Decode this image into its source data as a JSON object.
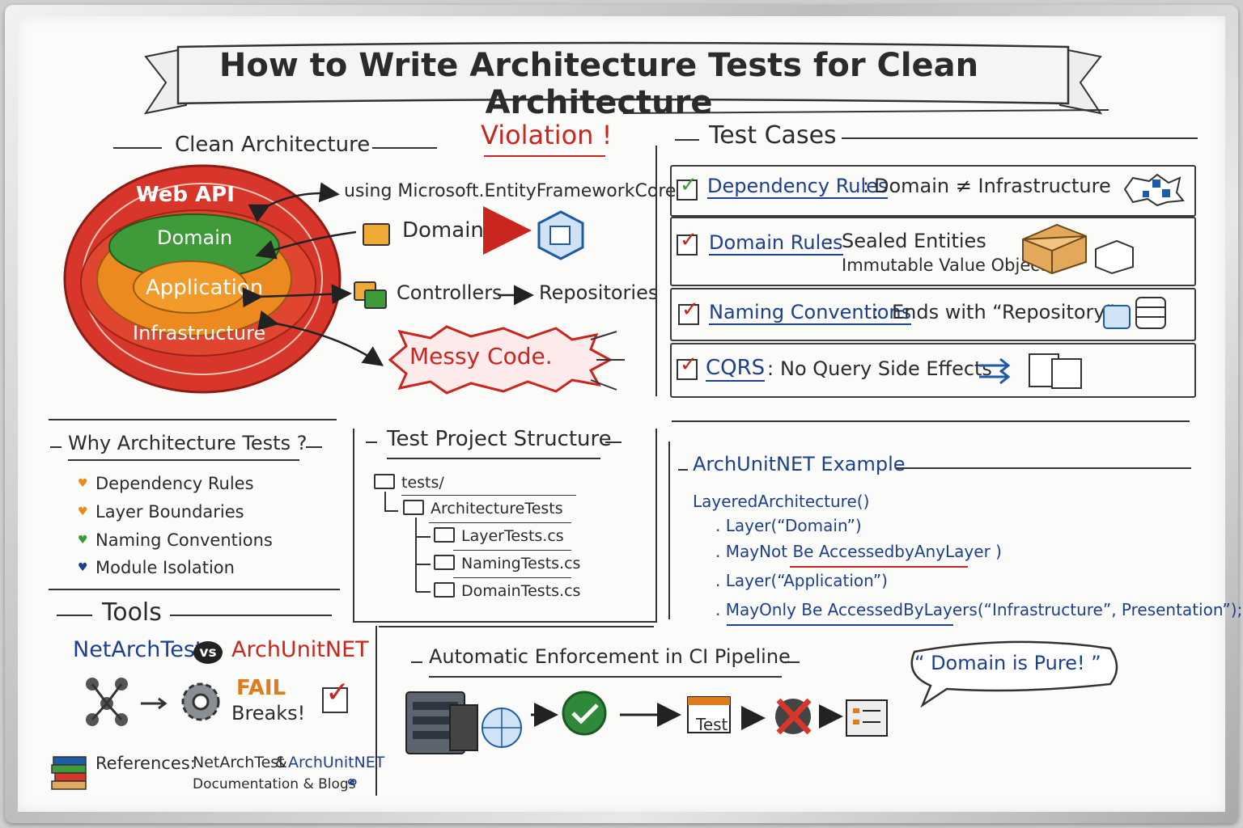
{
  "title": "How to Write Architecture Tests for Clean Architecture",
  "clean_architecture": {
    "heading": "Clean Architecture",
    "layers": [
      "Web API",
      "Domain",
      "Application",
      "Infrastructure"
    ],
    "violation_label": "Violation !",
    "using_statement": "using Microsoft.EntityFrameworkCore.;",
    "domain_label": "Domain",
    "controllers_label": "Controllers",
    "repositories_label": "Repositories",
    "messy_code": "Messy Code."
  },
  "test_cases": {
    "heading": "Test Cases",
    "items": [
      {
        "name": "Dependency Rules",
        "sep": ":",
        "desc": "Domain ≠ Infrastructure",
        "desc2": ""
      },
      {
        "name": "Domain Rules",
        "sep": ":",
        "desc": "Sealed Entities",
        "desc2": "Immutable Value Objects"
      },
      {
        "name": "Naming Conventions",
        "sep": ":",
        "desc": "Ends with “Repository”",
        "desc2": ""
      },
      {
        "name": "CQRS",
        "sep": ":",
        "desc": "No Query Side Effects",
        "desc2": ""
      }
    ]
  },
  "why": {
    "heading": "Why Architecture Tests ?",
    "items": [
      "Dependency Rules",
      "Layer Boundaries",
      "Naming Conventions",
      "Module Isolation"
    ],
    "bullet_colors": [
      "#e98a1c",
      "#e98a1c",
      "#3a9a3a",
      "#1d3f8f"
    ]
  },
  "tools": {
    "heading": "Tools",
    "left": "NetArchTest",
    "vs": "vs",
    "right": "ArchUnitNET",
    "fail": "FAIL",
    "breaks": "Breaks!"
  },
  "references": {
    "label": "References:",
    "text_a": "NetArchTest",
    "amp": "&",
    "text_b": "ArchUnitNET",
    "sub": "Documentation & Blogs"
  },
  "structure": {
    "heading": "Test Project Structure",
    "items": [
      "tests/",
      "ArchitectureTests",
      "LayerTests.cs",
      "NamingTests.cs",
      "DomainTests.cs"
    ]
  },
  "archunit": {
    "heading": "ArchUnitNET Example",
    "lines": [
      "LayeredArchitecture()",
      ". Layer(“Domain”)",
      ". MayNot Be AccessedbyAnyLayer )",
      ". Layer(“Application”)",
      ". MayOnly Be AccessedByLayers(“Infrastructure”, Presentation”);"
    ]
  },
  "pipeline": {
    "heading": "Automatic Enforcement in CI Pipeline",
    "test_label": "Test",
    "quote": "“ Domain is Pure! ”"
  },
  "colors": {
    "red": "#d8362a",
    "green": "#3f9a3a",
    "orange": "#ec8a1f",
    "blue": "#1d3f8f"
  }
}
